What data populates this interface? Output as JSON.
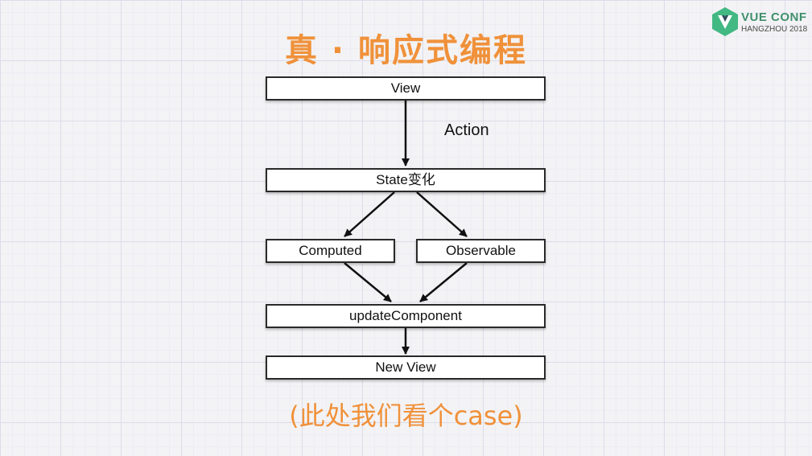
{
  "title": "真 · 响应式编程",
  "logo": {
    "name": "VUE CONF",
    "subtitle": "HANGZHOU 2018",
    "accent": "#42b883",
    "dark": "#35495e"
  },
  "diagram": {
    "nodes": {
      "view": "View",
      "state": "State变化",
      "computed": "Computed",
      "observable": "Observable",
      "update": "updateComponent",
      "new_view": "New View"
    },
    "edge_label_action": "Action"
  },
  "note": "(此处我们看个case)",
  "colors": {
    "title": "#f0913a",
    "note": "#f0913a",
    "box_border": "#2a2a2a"
  }
}
